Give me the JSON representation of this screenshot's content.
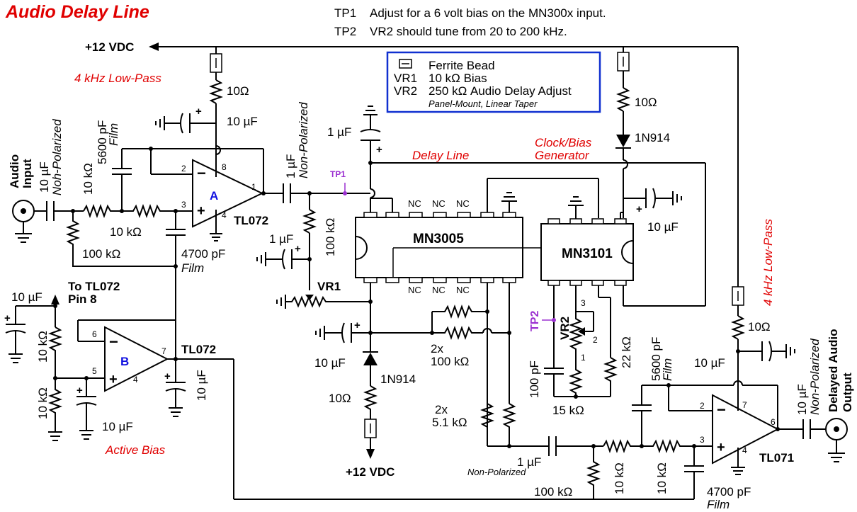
{
  "title": "Audio Delay Line",
  "notes": [
    {
      "tag": "TP1",
      "text": "Adjust for a 6 volt bias on the MN300x input."
    },
    {
      "tag": "TP2",
      "text": "VR2 should tune from 20 to 200 kHz."
    }
  ],
  "legend": {
    "ferrite": "Ferrite Bead",
    "vr1_tag": "VR1",
    "vr1_text": "10 kΩ Bias",
    "vr2_tag": "VR2",
    "vr2_text": "250 kΩ Audio Delay Adjust",
    "vr2_note": "Panel-Mount, Linear Taper"
  },
  "rails": {
    "top": "+12 VDC",
    "bottom": "+12 VDC"
  },
  "sections": {
    "lowpass_in": "4 kHz Low-Pass",
    "lowpass_out": "4 kHz Low-Pass",
    "delay_line": "Delay Line",
    "clock_gen_1": "Clock/Bias",
    "clock_gen_2": "Generator",
    "active_bias": "Active Bias"
  },
  "chips": {
    "mn3005": "MN3005",
    "mn3101": "MN3101",
    "tl072_a": "TL072",
    "tl072_b": "TL072",
    "tl071": "TL071",
    "opamp_a": "A",
    "opamp_b": "B"
  },
  "io": {
    "audio_input_1": "Audio",
    "audio_input_2": "Input",
    "delayed_1": "Delayed Audio",
    "delayed_2": "Output",
    "to_tl072_1": "To TL072",
    "to_tl072_2": "Pin 8"
  },
  "testpoints": {
    "tp1": "TP1",
    "tp2": "TP2"
  },
  "nc": "NC",
  "values": {
    "r10_top": "10Ω",
    "c10u_top": "10 µF",
    "c10u_in": "10 µF",
    "nonpol": "Non-Polarized",
    "nohpol": "Noh-Polarized",
    "c5600": "5600 pF",
    "film": "Film",
    "r10k_a": "10 kΩ",
    "r10k_b": "10 kΩ",
    "r100k_in": "100 kΩ",
    "c4700": "4700 pF",
    "c1u_out": "1 µF",
    "c1u_top": "1 µF",
    "r100k_bias": "100 kΩ",
    "c1u_bias": "1 µF",
    "vr1": "VR1",
    "r10_clk": "10Ω",
    "d1n914": "1N914",
    "c10u_clk": "10 µF",
    "b_c10u": "10 µF",
    "b_r10k_a": "10 kΩ",
    "b_r10k_b": "10 kΩ",
    "b_c10u_b": "10 µF",
    "b_c10u_out": "10 µF",
    "c10u_low": "10 µF",
    "d1n914_low": "1N914",
    "r10_low": "10Ω",
    "two_x": "2x",
    "r100k_2x": "100 kΩ",
    "two_x_b": "2x",
    "r51k": "5.1 kΩ",
    "c1u_np": "1 µF",
    "np_small": "Non-Polarized",
    "r100k_low": "100 kΩ",
    "vr2": "VR2",
    "c100p": "100 pF",
    "r15k": "15 kΩ",
    "r22k": "22 kΩ",
    "c5600_out": "5600 pF",
    "r10_out": "10Ω",
    "c10u_out": "10 µF",
    "r10k_out_a": "10 kΩ",
    "r10k_out_b": "10 kΩ",
    "c4700_out": "4700 pF",
    "c10u_final": "10 µF"
  },
  "pins": {
    "a_2": "2",
    "a_3": "3",
    "a_8": "8",
    "a_1": "1",
    "a_4": "4",
    "b_6": "6",
    "b_5": "5",
    "b_7": "7",
    "b_4": "4",
    "o_2": "2",
    "o_3": "3",
    "o_7": "7",
    "o_6": "6",
    "o_4": "4",
    "vr2_1": "1",
    "vr2_2": "2",
    "vr2_3": "3"
  }
}
